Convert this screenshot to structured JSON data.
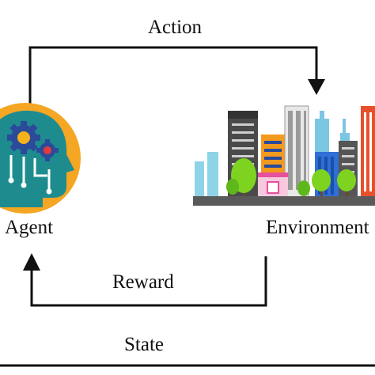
{
  "labels": {
    "action": "Action",
    "agent": "Agent",
    "environment": "Environment",
    "reward": "Reward",
    "state": "State"
  },
  "icons": {
    "agent": "agent-head-gears-icon",
    "environment": "city-skyline-icon"
  },
  "colors": {
    "line": "#111111",
    "agent_circle": "#F5A623",
    "agent_head": "#1E8C8F",
    "gear_blue": "#2C4A9A",
    "gear_red": "#E23B3B",
    "gear_yellow": "#F6B21A",
    "ground": "#5A5A5A",
    "tree": "#7ED321"
  }
}
